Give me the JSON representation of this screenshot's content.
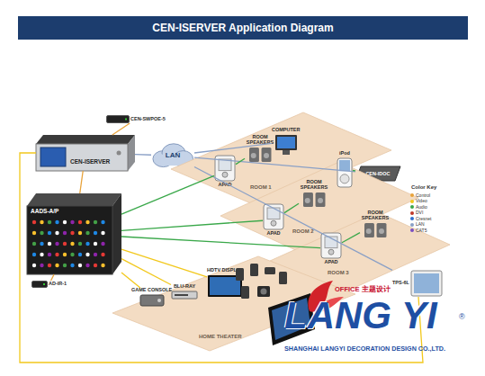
{
  "diagram": {
    "title": "CEN-ISERVER Application Diagram",
    "nodes": [
      {
        "text": [
          "CEN-SWPOE-5"
        ]
      },
      {
        "text": [
          "CEN-ISERVER"
        ]
      },
      {
        "text": [
          "LAN"
        ]
      },
      {
        "text": [
          "ROOM 1"
        ]
      },
      {
        "text": [
          "APAD"
        ],
        "in": 3
      },
      {
        "text": [
          "ROOM SPEAKERS"
        ],
        "in": 3
      },
      {
        "text": [
          "COMPUTER"
        ],
        "in": 3
      },
      {
        "text": [
          "CEN-IDOC"
        ]
      },
      {
        "text": [
          "ROOM 2"
        ]
      },
      {
        "text": [
          "iPod"
        ],
        "in": 8
      },
      {
        "text": [
          "ROOM SPEAKERS"
        ],
        "in": 8
      },
      {
        "text": [
          "APAD"
        ],
        "in": 8
      },
      {
        "text": [
          "ROOM 3"
        ]
      },
      {
        "text": [
          "ROOM SPEAKERS"
        ],
        "in": 12
      },
      {
        "text": [
          "APAD"
        ],
        "in": 12
      },
      {
        "text": [
          "AADS-A/P"
        ]
      },
      {
        "text": [
          "AD-IR-1"
        ]
      },
      {
        "text": [
          "HOME THEATER"
        ]
      },
      {
        "text": [
          "GAME CONSOLE"
        ],
        "in": 17
      },
      {
        "text": [
          "BLU-RAY"
        ],
        "in": 17
      },
      {
        "text": [
          "HDTV DISPLAY"
        ],
        "in": 17
      },
      {
        "text": [
          "TPS-6L"
        ]
      }
    ],
    "edges": [
      {
        "from": 0,
        "to": 1,
        "arrow": "none"
      },
      {
        "from": 1,
        "to": 2,
        "arrow": "none"
      },
      {
        "from": 1,
        "to": 15,
        "arrow": "none"
      },
      {
        "from": 15,
        "to": 16,
        "arrow": "none"
      },
      {
        "from": 2,
        "to": 6,
        "arrow": "none"
      },
      {
        "from": 2,
        "to": 7,
        "arrow": "none"
      },
      {
        "from": 2,
        "to": 21,
        "arrow": "none"
      },
      {
        "from": 15,
        "to": 4,
        "arrow": "none"
      },
      {
        "from": 15,
        "to": 11,
        "arrow": "none"
      },
      {
        "from": 15,
        "to": 14,
        "arrow": "none"
      },
      {
        "from": 4,
        "to": 5,
        "arrow": "none"
      },
      {
        "from": 11,
        "to": 10,
        "arrow": "none"
      },
      {
        "from": 14,
        "to": 13,
        "arrow": "none"
      },
      {
        "from": 15,
        "to": 18,
        "arrow": "none"
      },
      {
        "from": 15,
        "to": 19,
        "arrow": "none"
      },
      {
        "from": 15,
        "to": 20,
        "arrow": "none"
      },
      {
        "from": 7,
        "to": 9,
        "arrow": "none"
      },
      {
        "from": 1,
        "to": 21,
        "arrow": "none"
      }
    ],
    "labels": [
      "Color Key",
      "OFFICE 主题设计",
      "LANG YI",
      "®",
      "SHANGHAI LANGYI DECORATION DESIGN CO.,LTD."
    ],
    "legend": [
      {
        "text": "Control",
        "color": "#e8a33b"
      },
      {
        "text": "Video",
        "color": "#f2c81c"
      },
      {
        "text": "Audio",
        "color": "#3aa84a"
      },
      {
        "text": "DVI",
        "color": "#c0392b"
      },
      {
        "text": "Cresnet",
        "color": "#2f6fd0"
      },
      {
        "text": "LAN",
        "color": "#8aa0c6"
      },
      {
        "text": "CAT5",
        "color": "#7b4fc2"
      }
    ]
  }
}
